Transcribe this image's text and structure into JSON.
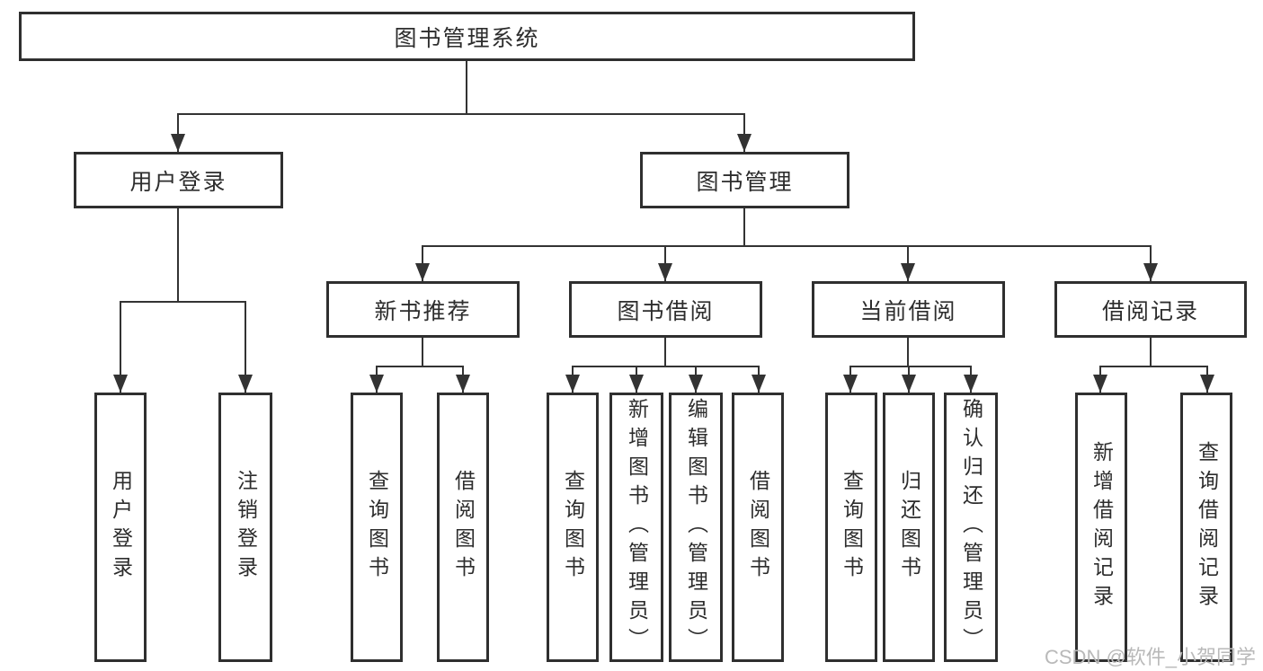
{
  "diagram": {
    "type": "tree-structure-chart",
    "nodes": {
      "root": {
        "label": "图书管理系统"
      },
      "l2": [
        {
          "label": "用户登录"
        },
        {
          "label": "图书管理"
        }
      ],
      "l3": [
        {
          "label": "新书推荐",
          "parent": "图书管理"
        },
        {
          "label": "图书借阅",
          "parent": "图书管理"
        },
        {
          "label": "当前借阅",
          "parent": "图书管理"
        },
        {
          "label": "借阅记录",
          "parent": "图书管理"
        }
      ],
      "leaf": [
        {
          "label": "用户登录",
          "parent": "用户登录"
        },
        {
          "label": "注销登录",
          "parent": "用户登录"
        },
        {
          "label": "查询图书",
          "parent": "新书推荐"
        },
        {
          "label": "借阅图书",
          "parent": "新书推荐"
        },
        {
          "label": "查询图书",
          "parent": "图书借阅"
        },
        {
          "label": "新增图书（管理员）",
          "parent": "图书借阅"
        },
        {
          "label": "编辑图书（管理员）",
          "parent": "图书借阅"
        },
        {
          "label": "借阅图书",
          "parent": "图书借阅"
        },
        {
          "label": "查询图书",
          "parent": "当前借阅"
        },
        {
          "label": "归还图书",
          "parent": "当前借阅"
        },
        {
          "label": "确认归还（管理员）",
          "parent": "当前借阅"
        },
        {
          "label": "新增借阅记录",
          "parent": "借阅记录"
        },
        {
          "label": "查询借阅记录",
          "parent": "借阅记录"
        }
      ]
    },
    "colors": {
      "line": "#333333",
      "box_border": "#2f2f2f",
      "text": "#2d2d2d",
      "watermark": "#b9b9b9",
      "background": "#ffffff"
    }
  },
  "watermark": {
    "text": "CSDN @软件_小贺同学"
  }
}
